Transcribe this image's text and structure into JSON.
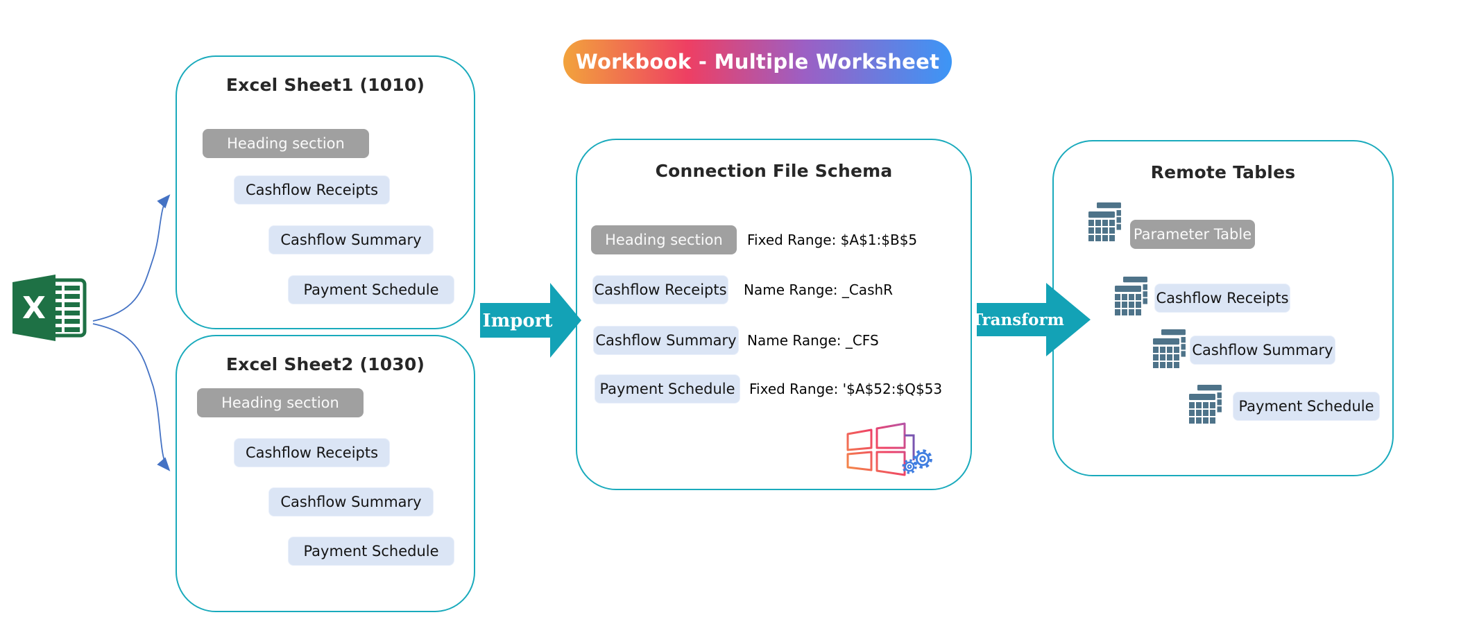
{
  "banner": {
    "text": "Workbook - Multiple Worksheet"
  },
  "sheet1": {
    "title": "Excel Sheet1 (1010)",
    "items": [
      {
        "label": "Heading section"
      },
      {
        "label": "Cashflow Receipts"
      },
      {
        "label": "Cashflow Summary"
      },
      {
        "label": "Payment Schedule"
      }
    ]
  },
  "sheet2": {
    "title": "Excel Sheet2 (1030)",
    "items": [
      {
        "label": "Heading section"
      },
      {
        "label": "Cashflow Receipts"
      },
      {
        "label": "Cashflow Summary"
      },
      {
        "label": "Payment Schedule"
      }
    ]
  },
  "arrows": {
    "import_label": "Import",
    "transform_label": "Transform"
  },
  "schema": {
    "title": "Connection File Schema",
    "rows": [
      {
        "label": "Heading section",
        "range": "Fixed Range: $A$1:$B$5"
      },
      {
        "label": "Cashflow Receipts",
        "range": "Name Range: _CashR"
      },
      {
        "label": "Cashflow Summary",
        "range": "Name Range: _CFS"
      },
      {
        "label": "Payment Schedule",
        "range": "Fixed Range: '$A$52:$Q$53"
      }
    ]
  },
  "remote": {
    "title": "Remote Tables",
    "rows": [
      {
        "label": "Parameter Table"
      },
      {
        "label": "Cashflow Receipts"
      },
      {
        "label": "Cashflow Summary"
      },
      {
        "label": "Payment Schedule"
      }
    ]
  },
  "icons": {
    "excel": "excel-logo-icon",
    "table": "table-stack-icon",
    "services": "windows-services-icon"
  },
  "colors": {
    "panel_border": "#19aabc",
    "process_arrow": "#13a2b6",
    "connector_blue": "#4472c4",
    "chip_gray": "#a0a0a0",
    "chip_blue": "#dbe5f5",
    "excel_green": "#1e7145",
    "table_icon": "#4e7389",
    "banner_gradient": [
      "#f2a33c",
      "#ee3f63",
      "#9c5fc4",
      "#3c96f6"
    ]
  }
}
